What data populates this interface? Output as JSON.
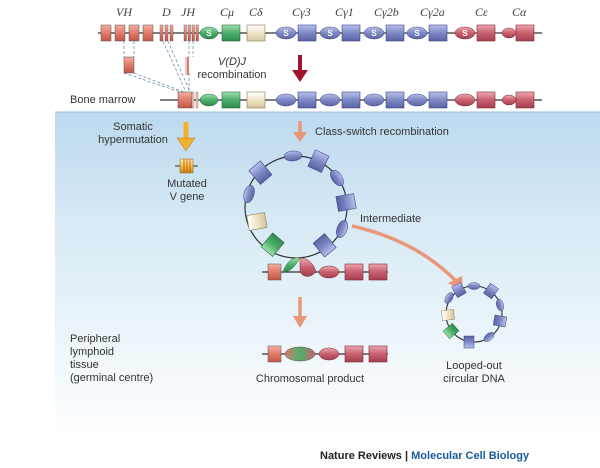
{
  "gene_labels": {
    "vh": "VH",
    "d": "D",
    "jh": "JH",
    "cmu": "Cμ",
    "cdelta": "Cδ",
    "cg3": "Cγ3",
    "cg1": "Cγ1",
    "cg2b": "Cγ2b",
    "cg2a": "Cγ2a",
    "ce": "Cε",
    "ca": "Cα"
  },
  "switch_letter": "S",
  "labels": {
    "vdj": "V(D)J",
    "recombination": "recombination",
    "bone_marrow": "Bone marrow",
    "somatic": "Somatic",
    "hypermutation": "hypermutation",
    "csr": "Class-switch recombination",
    "mutated": "Mutated",
    "v_gene": "V gene",
    "intermediate": "Intermediate",
    "peripheral_1": "Peripheral",
    "peripheral_2": "lymphoid",
    "peripheral_3": "tissue",
    "peripheral_4": "(germinal centre)",
    "chromosomal_product": "Chromosomal product",
    "looped_1": "Looped-out",
    "looped_2": "circular DNA"
  },
  "footer": {
    "publisher": "Nature Reviews",
    "separator": "|",
    "journal": "Molecular Cell Biology"
  },
  "colors": {
    "v_segment": "#e07a6a",
    "mu": "#4caf6a",
    "delta": "#efe6c8",
    "gamma": "#7e88c4",
    "epsilon_alpha": "#c9606e",
    "arrow_vdj": "#a0142a",
    "arrow_shm": "#f0b030",
    "arrow_csr": "#e89878",
    "background_lower": "#d4e8f4"
  }
}
